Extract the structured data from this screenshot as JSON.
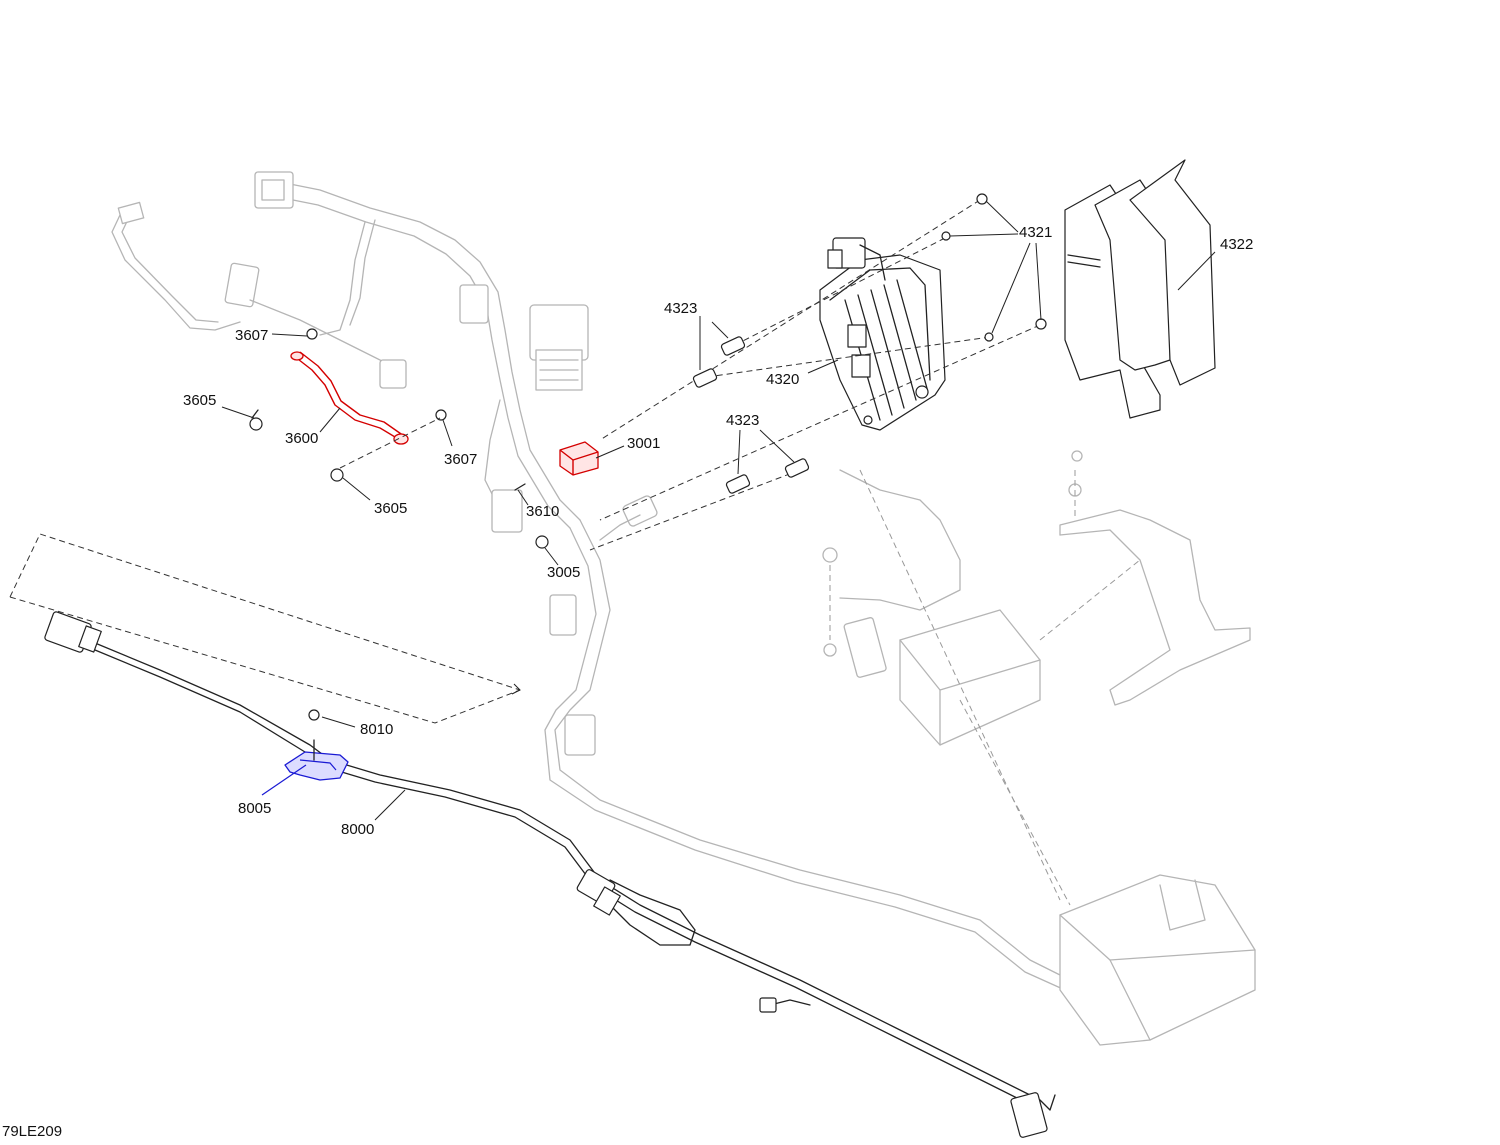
{
  "diagram": {
    "reference_code": "79LE209",
    "callouts": [
      {
        "id": "c-3607a",
        "text": "3607"
      },
      {
        "id": "c-3605a",
        "text": "3605"
      },
      {
        "id": "c-3600",
        "text": "3600"
      },
      {
        "id": "c-3607b",
        "text": "3607"
      },
      {
        "id": "c-3605b",
        "text": "3605"
      },
      {
        "id": "c-3610",
        "text": "3610"
      },
      {
        "id": "c-3005",
        "text": "3005"
      },
      {
        "id": "c-3001",
        "text": "3001"
      },
      {
        "id": "c-4323a",
        "text": "4323"
      },
      {
        "id": "c-4323b",
        "text": "4323"
      },
      {
        "id": "c-4320",
        "text": "4320"
      },
      {
        "id": "c-4321",
        "text": "4321"
      },
      {
        "id": "c-4322",
        "text": "4322"
      },
      {
        "id": "c-8010",
        "text": "8010"
      },
      {
        "id": "c-8005",
        "text": "8005"
      },
      {
        "id": "c-8000",
        "text": "8000"
      }
    ],
    "highlight_colors": {
      "primary": "#d40000",
      "secondary": "#1a1ad4",
      "context": "#b5b5b5"
    }
  }
}
